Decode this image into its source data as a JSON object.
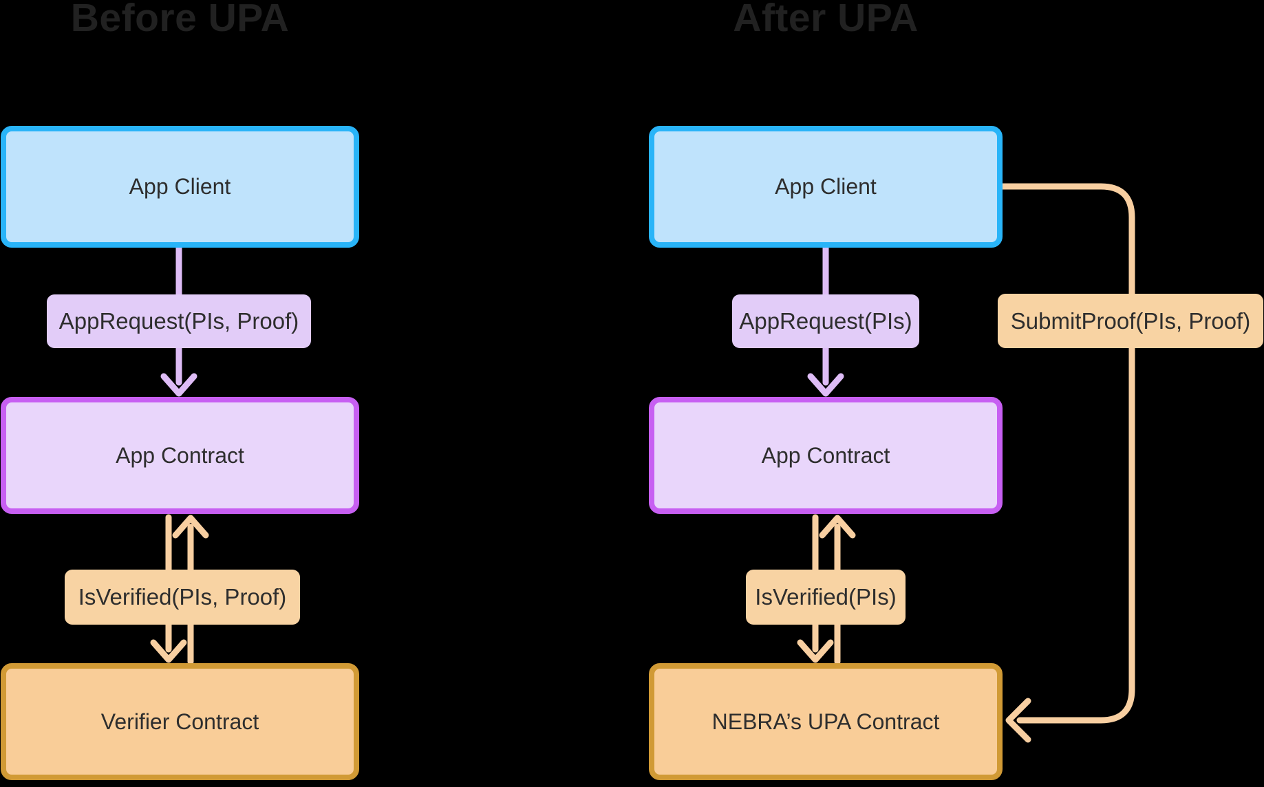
{
  "colors": {
    "background": "#000000",
    "title": "#212121",
    "box_text": "#2e2e2e",
    "blue_border": "#29b4f8",
    "blue_fill": "#bfe3fc",
    "purple_border": "#c75ff2",
    "purple_fill": "#e9d6fb",
    "purple_label_fill": "#e2ccf8",
    "purple_arrow": "#debcf6",
    "orange_border": "#d19a35",
    "orange_fill": "#f9cd98",
    "orange_label_fill": "#f8d3a3",
    "orange_arrow": "#f8cfa1"
  },
  "before": {
    "title": "Before UPA",
    "app_client": "App Client",
    "app_request_label": "AppRequest(PIs, Proof)",
    "app_contract": "App Contract",
    "is_verified_label": "IsVerified(PIs, Proof)",
    "verifier_contract": "Verifier Contract"
  },
  "after": {
    "title": "After UPA",
    "app_client": "App Client",
    "app_request_label": "AppRequest(PIs)",
    "app_contract": "App Contract",
    "is_verified_label": "IsVerified(PIs)",
    "upa_contract": "NEBRA’s UPA Contract",
    "submit_proof_label": "SubmitProof(PIs, Proof)"
  }
}
